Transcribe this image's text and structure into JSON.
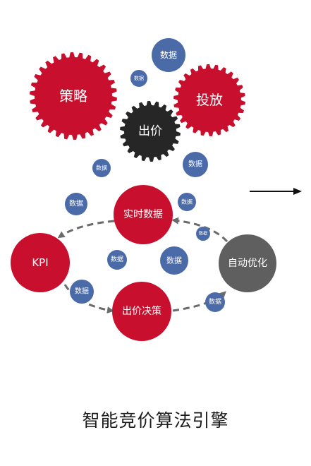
{
  "diagram": {
    "gears": {
      "strategy": "策略",
      "placement": "投放",
      "bidding": "出价"
    },
    "data_bubble": "数据",
    "cycle": {
      "realtime_data": "实时数据",
      "kpi": "KPI",
      "auto_optimize": "自动优化",
      "bid_decision": "出价决策"
    },
    "caption": "智能竞价算法引擎",
    "colors": {
      "red": "#c8102e",
      "dark": "#262626",
      "gray": "#5f5f5f",
      "blue": "#4a6aa8",
      "arrow": "#6b6b6b",
      "text": "#ffffff"
    }
  }
}
